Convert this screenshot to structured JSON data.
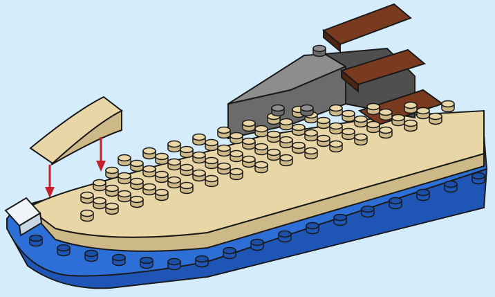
{
  "scene": {
    "description_hidden": "",
    "colors": {
      "background": "#d5ecfb",
      "outline": "#1a1a1a",
      "blue_top": "#2d6fd6",
      "blue_side": "#1f55b4",
      "blue_stud": "#1b4ea6",
      "tan_top": "#e8d6a6",
      "tan_side": "#cdb888",
      "tan_dark": "#b9a576",
      "gray_top": "#8d8d8d",
      "gray_side": "#6b6b6b",
      "gray_dark": "#4f4f4f",
      "brown_top": "#7a3a1f",
      "brown_side": "#4f2412",
      "clear_top": "#eef4f8",
      "arrow": "#c8202a"
    },
    "parts": [
      {
        "name": "blue-base-plate",
        "color": "blue"
      },
      {
        "name": "tan-hull-plates",
        "color": "tan"
      },
      {
        "name": "gray-engine-block",
        "color": "gray"
      },
      {
        "name": "brown-step-tiles",
        "color": "brown"
      },
      {
        "name": "tan-curved-windshield",
        "color": "tan"
      },
      {
        "name": "clear-slope-light",
        "color": "clear"
      }
    ],
    "arrows": [
      {
        "name": "placement-arrow-left"
      },
      {
        "name": "placement-arrow-right"
      }
    ]
  }
}
